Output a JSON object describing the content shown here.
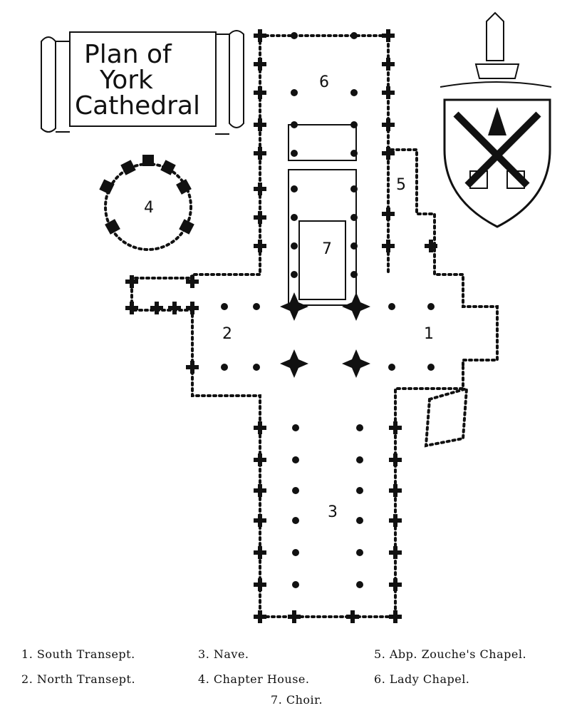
{
  "title": {
    "line1": "Plan of",
    "line2": "York",
    "line3": "Cathedral"
  },
  "areas": [
    {
      "number": "1",
      "name": "South Transept."
    },
    {
      "number": "2",
      "name": "North Transept."
    },
    {
      "number": "3",
      "name": "Nave."
    },
    {
      "number": "4",
      "name": "Chapter House."
    },
    {
      "number": "5",
      "name": "Abp. Zouche's Chapel."
    },
    {
      "number": "6",
      "name": "Lady Chapel."
    },
    {
      "number": "7",
      "name": "Choir."
    }
  ],
  "colors": {
    "ink": "#111111",
    "paper": "#ffffff"
  }
}
